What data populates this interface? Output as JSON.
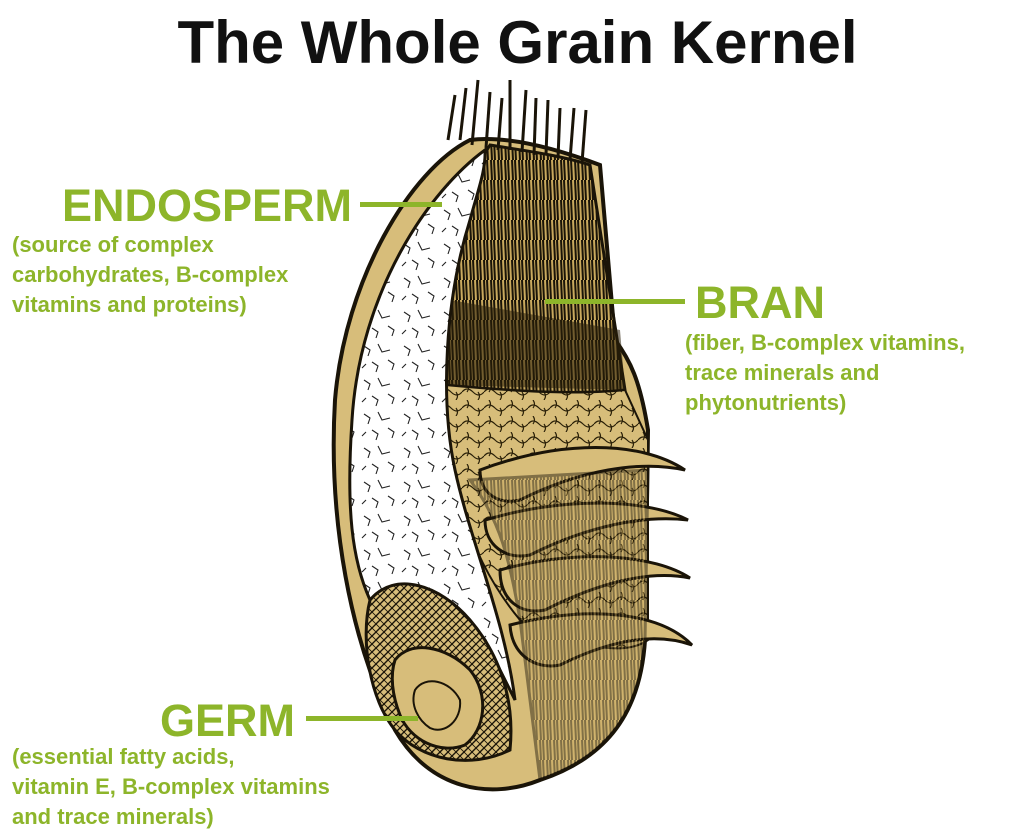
{
  "title": "The Whole Grain Kernel",
  "colors": {
    "label_green": "#8db52a",
    "bran_tan": "#d7bd7a",
    "outline": "#1a1408",
    "endosperm": "#ffffff"
  },
  "labels": {
    "endosperm": {
      "heading": "ENDOSPERM",
      "description": "(source of complex\ncarbohydrates, B-complex\nvitamins and proteins)"
    },
    "bran": {
      "heading": "BRAN",
      "description": "(fiber, B-complex vitamins,\ntrace minerals and\nphytonutrients)"
    },
    "germ": {
      "heading": "GERM",
      "description": "(essential fatty acids,\nvitamin E, B-complex vitamins\nand trace minerals)"
    }
  }
}
